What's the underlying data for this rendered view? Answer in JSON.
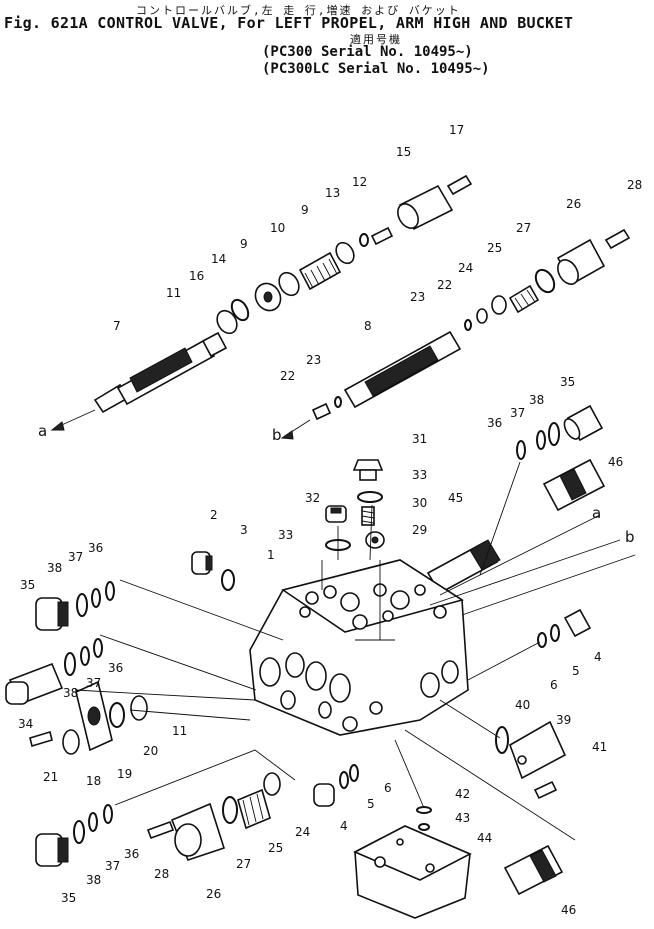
{
  "header": {
    "japanese_title": "コントロールバルブ,左 走 行,増速 および バケット",
    "title": "Fig. 621A CONTROL VALVE, For LEFT PROPEL, ARM HIGH AND BUCKET",
    "japanese_applicable": "適用号機",
    "serial_1": "(PC300   Serial No. 10495~)",
    "serial_2": "(PC300LC Serial No. 10495~)"
  },
  "callouts": [
    "1",
    "2",
    "3",
    "4",
    "5",
    "6",
    "7",
    "8",
    "9",
    "10",
    "11",
    "12",
    "13",
    "14",
    "15",
    "16",
    "17",
    "18",
    "19",
    "20",
    "21",
    "22",
    "23",
    "24",
    "25",
    "26",
    "27",
    "28",
    "29",
    "30",
    "31",
    "32",
    "33",
    "34",
    "35",
    "36",
    "37",
    "38",
    "39",
    "40",
    "41",
    "42",
    "43",
    "44",
    "45",
    "46"
  ],
  "ref_labels": {
    "a": "a",
    "b": "b"
  }
}
